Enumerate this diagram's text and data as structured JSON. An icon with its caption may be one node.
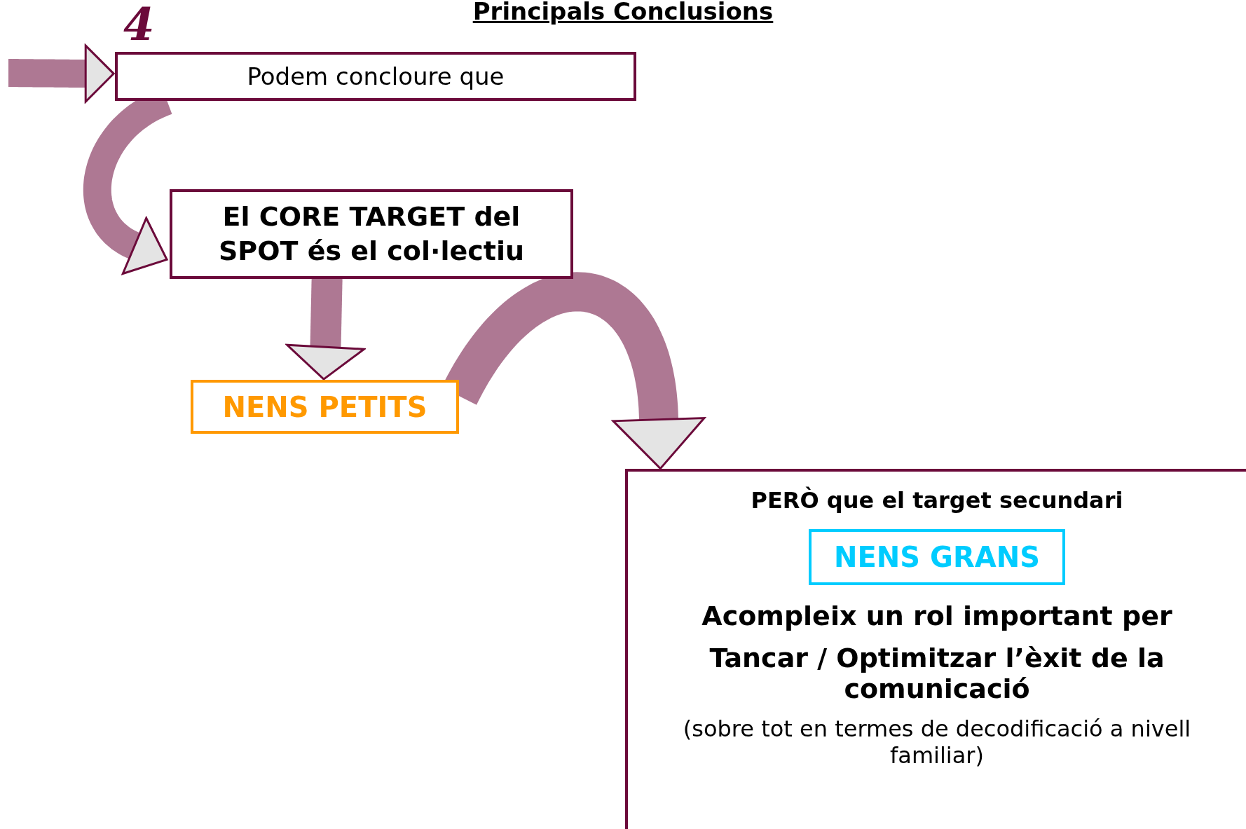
{
  "diagram": {
    "title": "Principals Conclusions",
    "nodes": [
      {
        "text": [
          "Podem concloure que"
        ]
      },
      {
        "text": [
          "El CORE TARGET del SPOT és el col·lectiu"
        ]
      },
      {
        "text": [
          "NENS PETITS"
        ]
      },
      {
        "text": [
          "PERÒ que el target secundari",
          "Acompleix un rol important per",
          "Tancar / Optimitzar l’èxit de la comunicació",
          "(sobre tot en termes de decodificació a nivell familiar)"
        ]
      },
      {
        "text": [
          "NENS GRANS"
        ],
        "in": 3
      }
    ],
    "edges": [
      {
        "from": null,
        "to": 0,
        "arrow": "to"
      },
      {
        "from": 0,
        "to": 1,
        "arrow": "to"
      },
      {
        "from": 1,
        "to": 2,
        "arrow": "to"
      },
      {
        "from": 2,
        "to": 3,
        "arrow": "to"
      }
    ],
    "labels": [
      "4"
    ]
  }
}
